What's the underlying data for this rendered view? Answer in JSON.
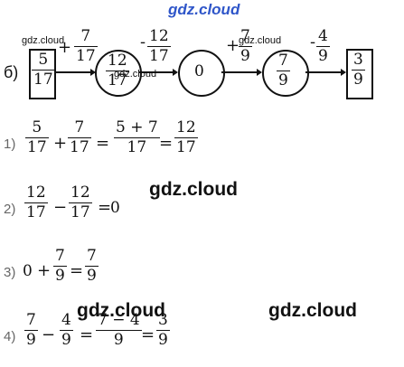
{
  "watermarks": {
    "top": "gdz.cloud",
    "small_1": "gdz.cloud",
    "small_2": "gdz.cloud",
    "small_3": "gdz.cloud",
    "big_1": "gdz.cloud",
    "big_2": "gdz.cloud",
    "big_3": "gdz.cloud"
  },
  "diagram": {
    "part_label": "б)",
    "start": {
      "num": "5",
      "den": "17"
    },
    "op1": {
      "sign": "+",
      "num": "7",
      "den": "17"
    },
    "node1": {
      "num": "12",
      "den": "17"
    },
    "op2": {
      "sign": "-",
      "num": "12",
      "den": "17"
    },
    "node2": "0",
    "op3": {
      "sign": "+",
      "num": "7",
      "den": "9"
    },
    "node3": {
      "num": "7",
      "den": "9"
    },
    "op4": {
      "sign": "-",
      "num": "4",
      "den": "9"
    },
    "end": {
      "num": "3",
      "den": "9"
    }
  },
  "steps": [
    {
      "label": "1)",
      "a_num": "5",
      "a_den": "17",
      "op": "+",
      "b_num": "7",
      "b_den": "17",
      "eq": "=",
      "c_num": "5 + 7",
      "c_den": "17",
      "eq2": "=",
      "r_num": "12",
      "r_den": "17"
    },
    {
      "label": "2)",
      "a_num": "12",
      "a_den": "17",
      "op": "−",
      "b_num": "12",
      "b_den": "17",
      "eq": "=",
      "result": "0"
    },
    {
      "label": "3)",
      "a": "0",
      "op": "+",
      "b_num": "7",
      "b_den": "9",
      "eq": "=",
      "r_num": "7",
      "r_den": "9"
    },
    {
      "label": "4)",
      "a_num": "7",
      "a_den": "9",
      "op": "−",
      "b_num": "4",
      "b_den": "9",
      "eq": "=",
      "c_num": "7 − 4",
      "c_den": "9",
      "eq2": "=",
      "r_num": "3",
      "r_den": "9"
    }
  ]
}
